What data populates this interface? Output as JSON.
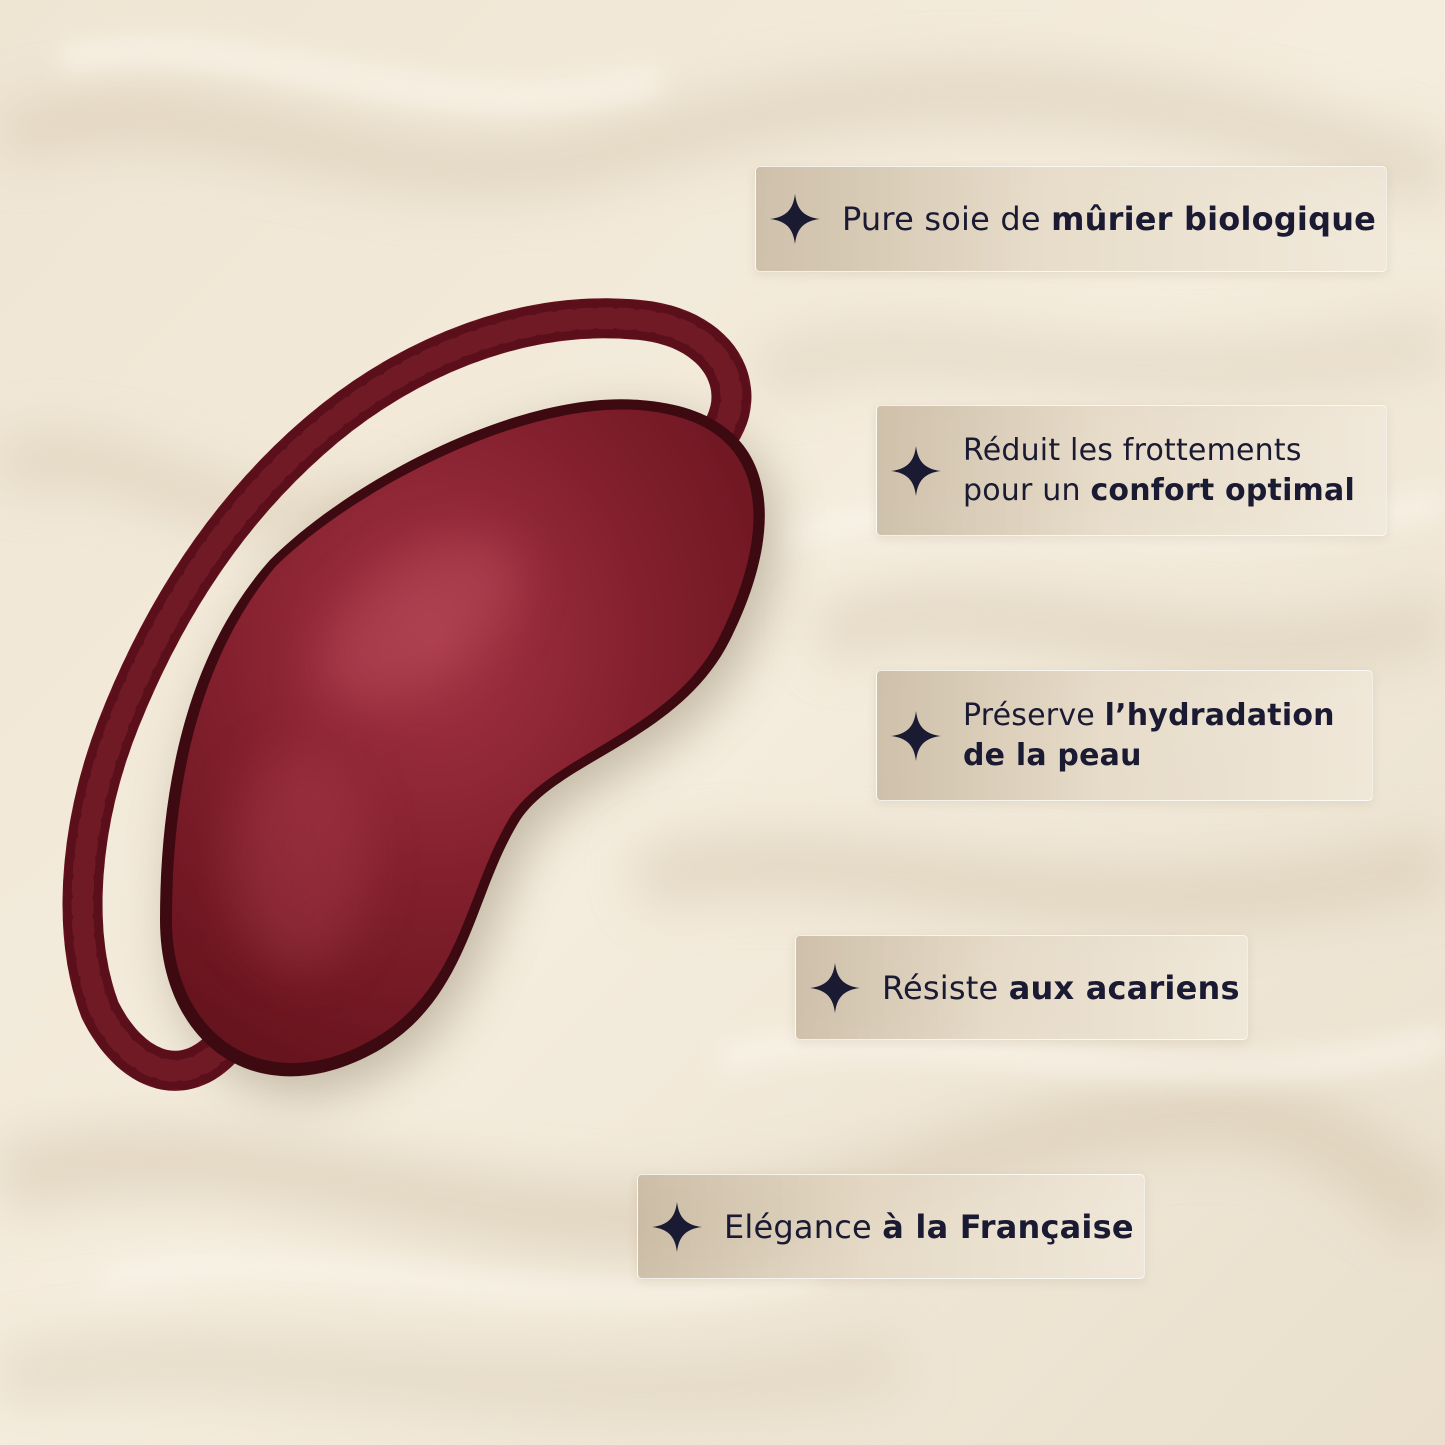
{
  "colors": {
    "fabric_cream": "#efe6d6",
    "mask_burgundy": "#7c1a26",
    "text_navy": "#1b1a33"
  },
  "features": [
    {
      "icon": "sparkle-icon",
      "text_regular": "Pure soie de ",
      "text_bold": "mûrier biologique"
    },
    {
      "icon": "sparkle-icon",
      "line1_regular": "Réduit les frottements",
      "line2_regular": "pour un ",
      "line2_bold": "confort optimal"
    },
    {
      "icon": "sparkle-icon",
      "line1_regular": "Préserve ",
      "line1_bold": "l’hydradation",
      "line2_bold": "de la peau"
    },
    {
      "icon": "sparkle-icon",
      "text_regular": "Résiste ",
      "text_bold": "aux acariens"
    },
    {
      "icon": "sparkle-icon",
      "text_regular": "Elégance ",
      "text_bold": "à la Française"
    }
  ]
}
